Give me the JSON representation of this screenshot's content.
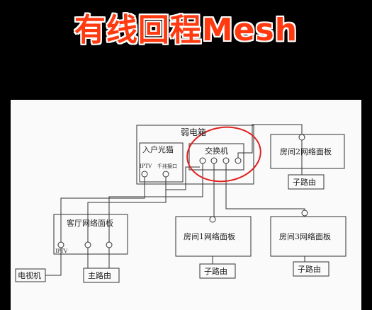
{
  "title": "有线回程Mesh",
  "diagram": {
    "weak_box": "弱电箱",
    "modem": "入户光猫",
    "modem_port_iptv": "IPTV",
    "modem_port_gigabit": "千兆接口",
    "switch": "交换机",
    "room2_panel": "房间2网络面板",
    "living_panel": "客厅网络面板",
    "living_port_iptv": "IPTV",
    "room1_panel": "房间1网络面板",
    "room3_panel": "房间3网络面板",
    "sub_router_2": "子路由",
    "sub_router_1": "子路由",
    "sub_router_3": "子路由",
    "tv": "电视机",
    "main_router": "主路由"
  },
  "colors": {
    "title": "#ff3a10",
    "highlight": "#e02020",
    "line": "#333333"
  }
}
